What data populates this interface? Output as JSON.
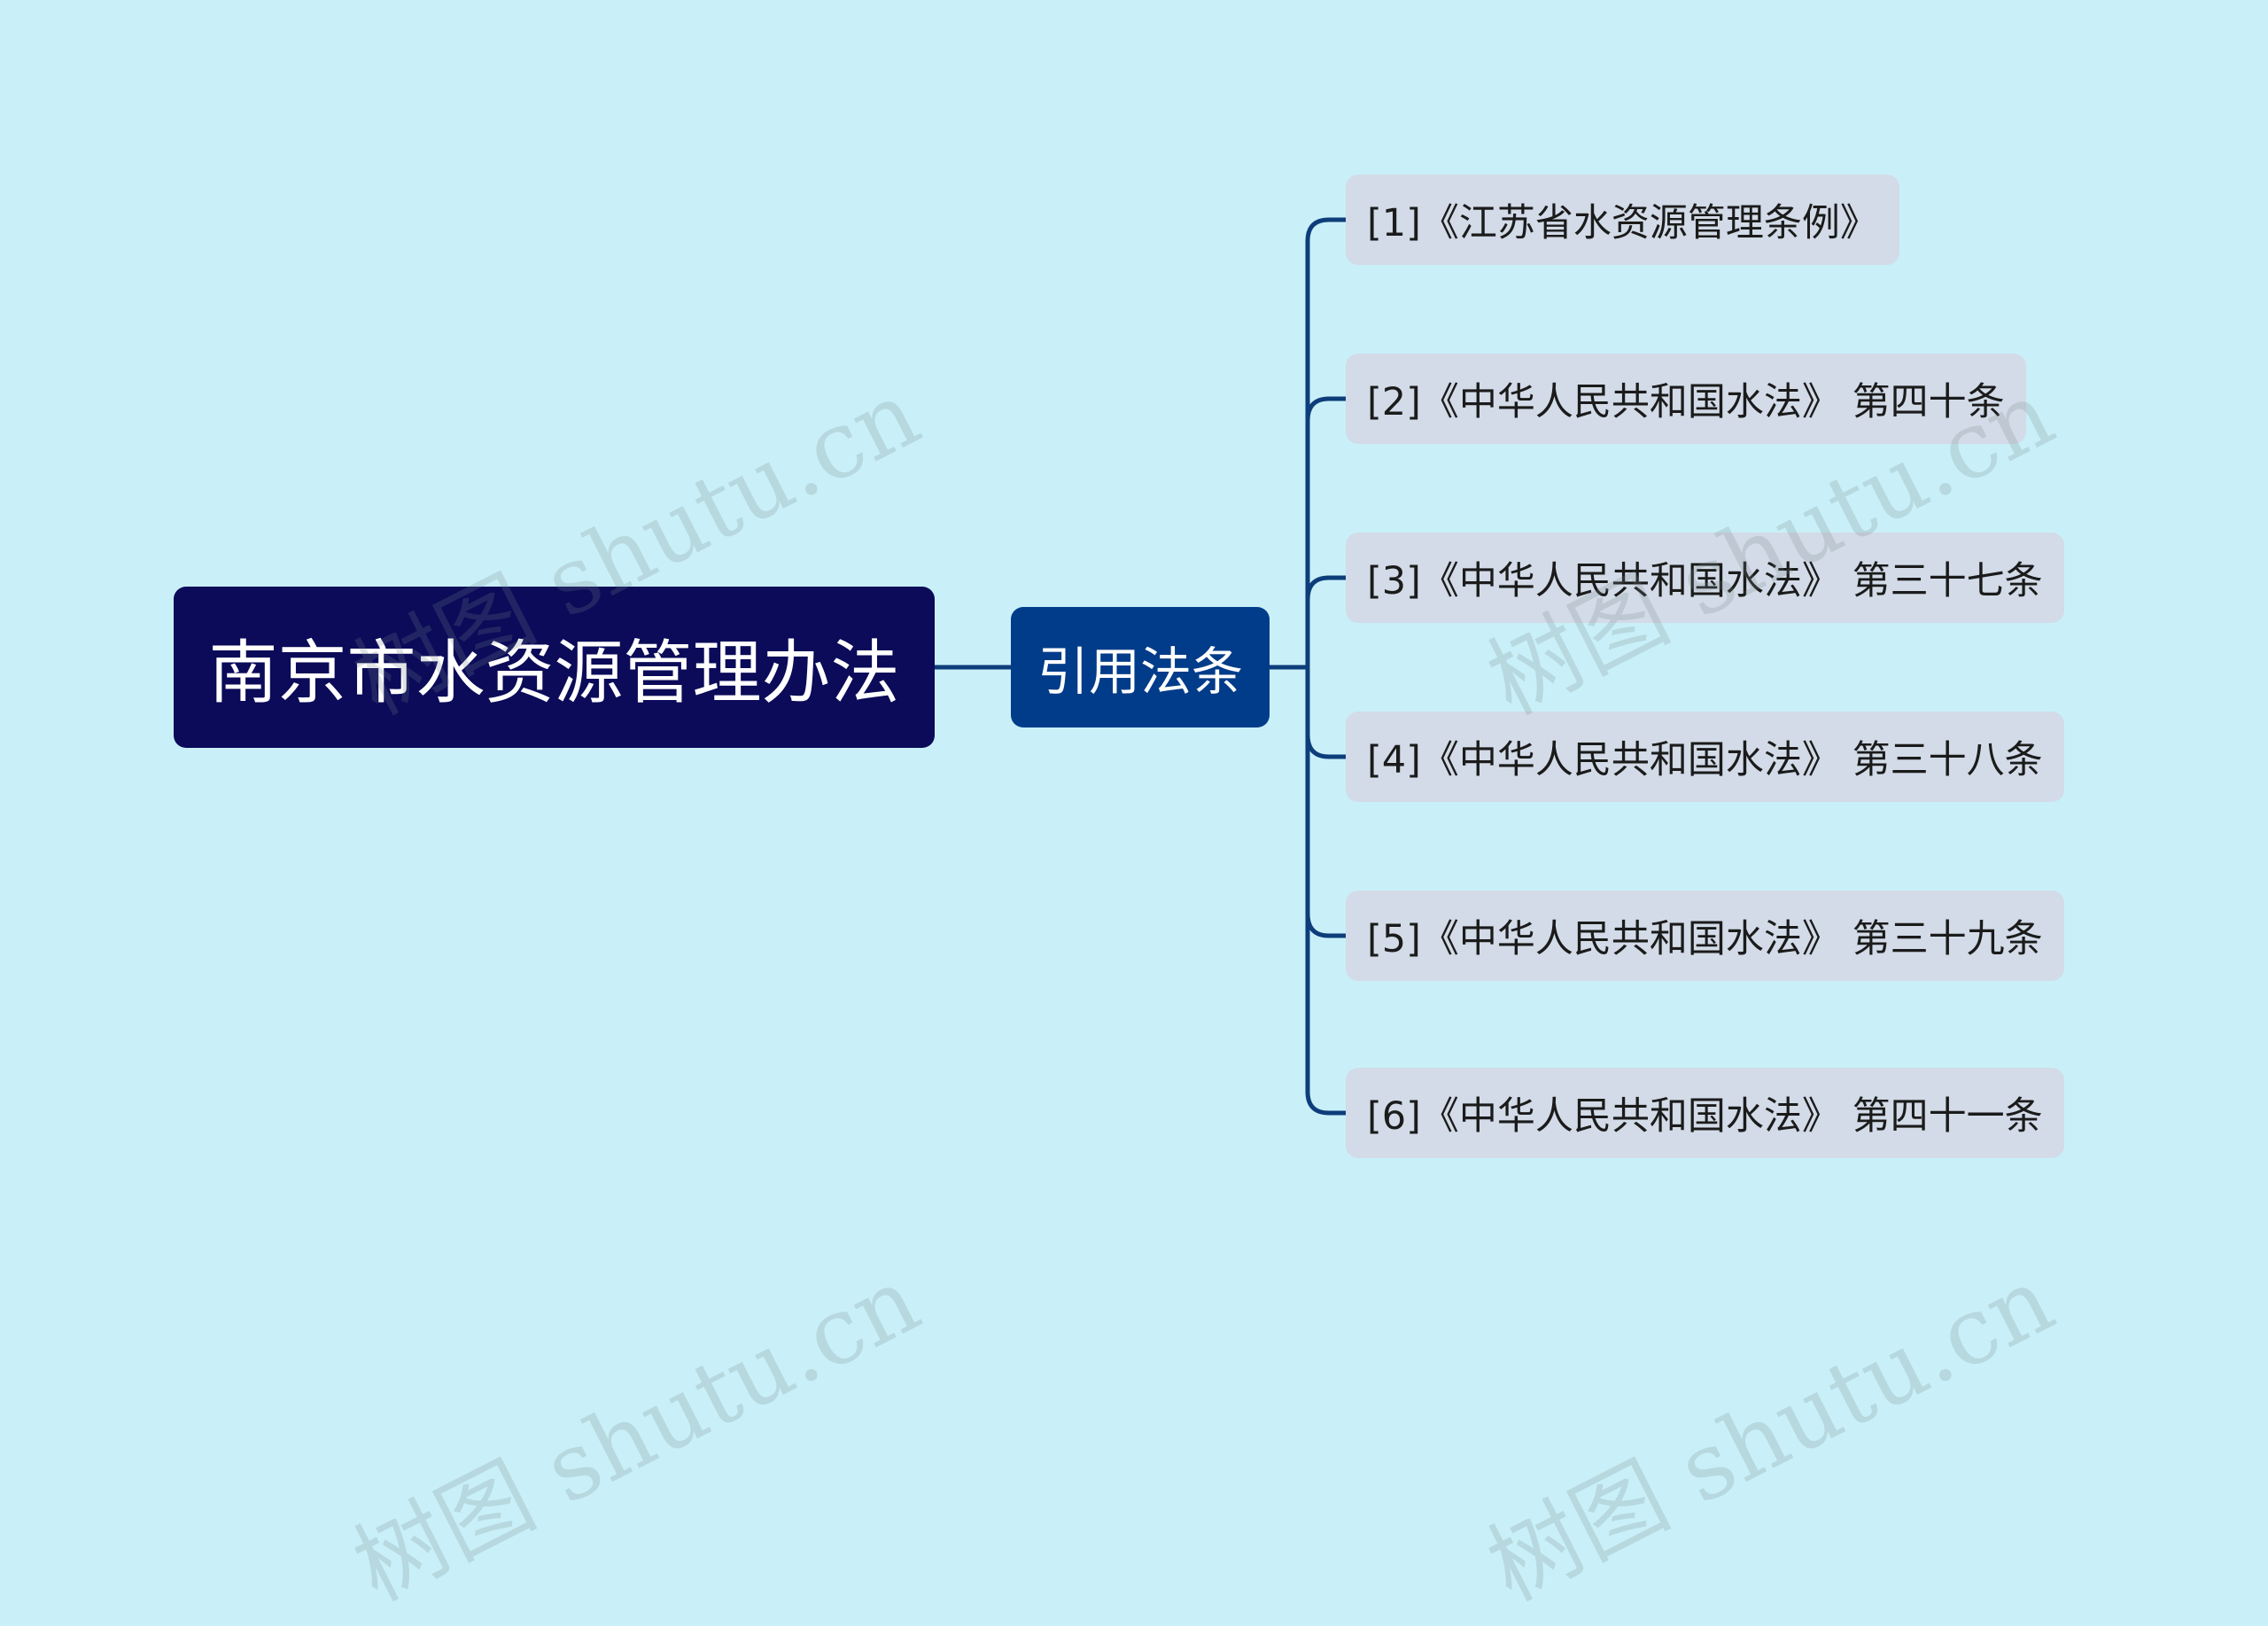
{
  "mindmap": {
    "root": {
      "label": "南京市水资源管理办法"
    },
    "branch": {
      "label": "引用法条"
    },
    "leaves": [
      {
        "label": "[1]《江苏省水资源管理条例》"
      },
      {
        "label": "[2]《中华人民共和国水法》 第四十条"
      },
      {
        "label": "[3]《中华人民共和国水法》 第三十七条"
      },
      {
        "label": "[4]《中华人民共和国水法》 第三十八条"
      },
      {
        "label": "[5]《中华人民共和国水法》 第三十九条"
      },
      {
        "label": "[6]《中华人民共和国水法》 第四十一条"
      }
    ]
  },
  "watermark": {
    "text": "树图 shutu.cn"
  },
  "colors": {
    "background": "#c9f0f8",
    "root_fill": "#0b0b59",
    "branch_fill": "#003c8a",
    "leaf_fill": "#d2dbe7",
    "connector": "#0d3d7a"
  }
}
